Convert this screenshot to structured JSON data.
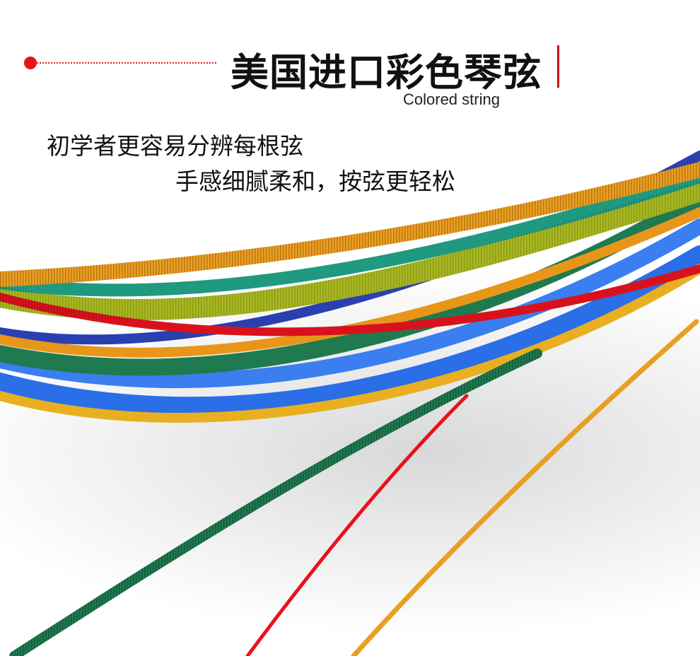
{
  "header": {
    "title": "美国进口彩色琴弦",
    "subtitle": "Colored string"
  },
  "features": [
    "初学者更容易分辨每根弦",
    "手感细腻柔和，按弦更轻松"
  ],
  "colors": {
    "accent": "#e8121c",
    "orange": "#e8961a",
    "green": "#1f8a5a",
    "lime": "#a8b820",
    "blue": "#2a5ee0",
    "red": "#d8121c",
    "gold": "#e8b020"
  }
}
